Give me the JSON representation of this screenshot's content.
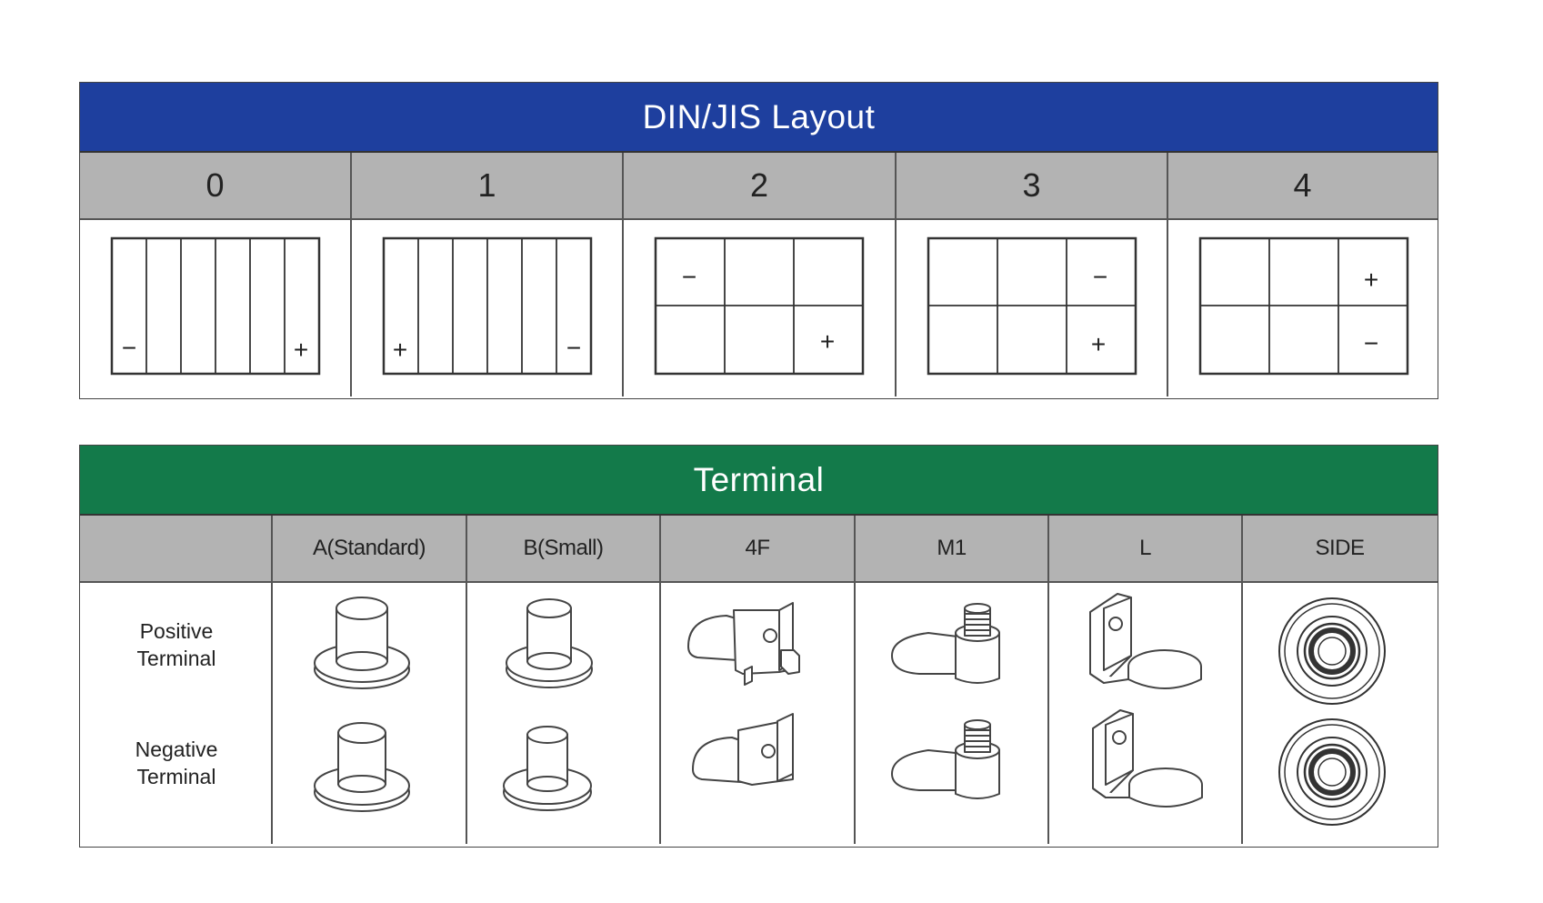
{
  "layout": {
    "title": "DIN/JIS Layout",
    "columns": [
      {
        "label": "0",
        "type": "cells6",
        "neg_pos": "bottom-left",
        "pos_pos": "bottom-right"
      },
      {
        "label": "1",
        "type": "cells6",
        "neg_pos": "bottom-right",
        "pos_pos": "bottom-left"
      },
      {
        "label": "2",
        "type": "grid",
        "neg_pos": "top-left",
        "pos_pos": "bottom-right"
      },
      {
        "label": "3",
        "type": "grid",
        "neg_pos": "top-right",
        "pos_pos": "bottom-right"
      },
      {
        "label": "4",
        "type": "grid",
        "neg_pos": "bottom-right",
        "pos_pos": "top-right"
      }
    ],
    "neg_symbol": "−",
    "pos_symbol": "+"
  },
  "terminal": {
    "title": "Terminal",
    "columns": [
      "A(Standard)",
      "B(Small)",
      "4F",
      "M1",
      "L",
      "SIDE"
    ],
    "rows": [
      {
        "line1": "Positive",
        "line2": "Terminal"
      },
      {
        "line1": "Negative",
        "line2": "Terminal"
      }
    ],
    "icons": [
      "standard-post-icon",
      "small-post-icon",
      "4f-terminal-icon",
      "m1-bolt-terminal-icon",
      "l-terminal-icon",
      "side-terminal-icon"
    ]
  }
}
